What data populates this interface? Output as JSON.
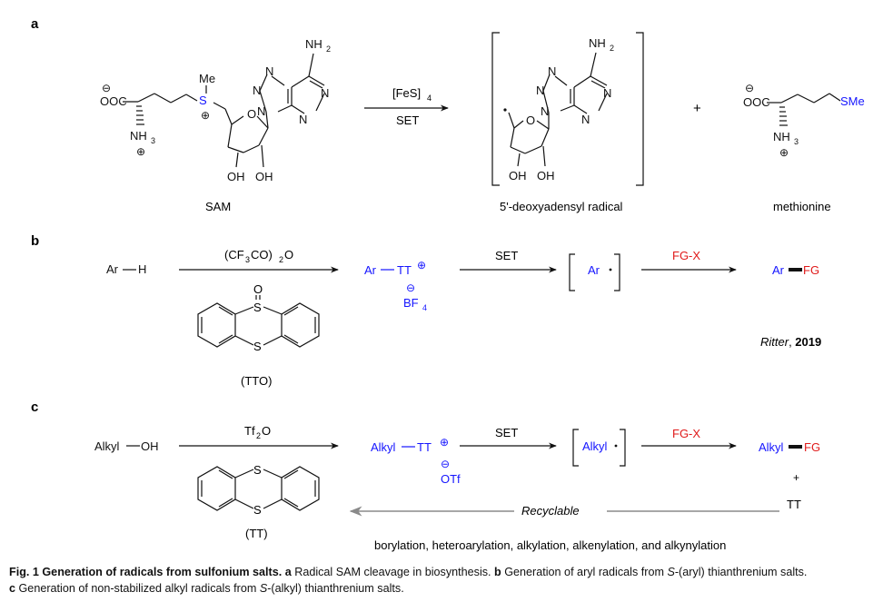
{
  "panels": {
    "a": {
      "label": "a",
      "sam_label": "SAM",
      "arrow_top": "[FeS]",
      "arrow_top_sub": "4",
      "arrow_bottom": "SET",
      "product1_label": "5'-deoxyadensyl radical",
      "plus": "+",
      "product2_label": "methionine",
      "ooc": "OOC",
      "nh": "NH",
      "sub3": "3",
      "nh2": "NH",
      "sub2": "2",
      "me": "Me",
      "s": "S",
      "sme": "SMe",
      "oh": "OH",
      "o": "O",
      "n": "N"
    },
    "b": {
      "label": "b",
      "reactant": "Ar",
      "reactant_h": "H",
      "reagent_prefix": "(CF",
      "reagent_sub3": "3",
      "reagent_mid": "CO)",
      "reagent_sub2": "2",
      "reagent_suffix": "O",
      "reagent_name": "(TTO)",
      "salt_ar": "Ar",
      "salt_tt": "TT",
      "counterion": "BF",
      "counterion_sub": "4",
      "arrow2": "SET",
      "radical": "Ar",
      "arrow3": "FG-X",
      "product_ar": "Ar",
      "product_fg": "FG",
      "citation_name": "Ritter",
      "citation_sep": ", ",
      "citation_year": "2019"
    },
    "c": {
      "label": "c",
      "reactant": "Alkyl",
      "reactant_oh": "OH",
      "reagent_prefix": "Tf",
      "reagent_sub": "2",
      "reagent_suffix": "O",
      "reagent_name": "(TT)",
      "salt_alkyl": "Alkyl",
      "salt_tt": "TT",
      "counterion": "OTf",
      "arrow2": "SET",
      "radical": "Alkyl",
      "arrow3": "FG-X",
      "product_alkyl": "Alkyl",
      "product_fg": "FG",
      "plus": "+",
      "tt": "TT",
      "recycle": "Recyclable",
      "scope": "borylation, heteroarylation, alkylation, alkenylation, and alkynylation"
    }
  },
  "caption": {
    "fig": "Fig. 1",
    "title": "Generation of radicals from sulfonium salts.",
    "a_label": "a",
    "a_text": "Radical SAM cleavage in biosynthesis.",
    "b_label": "b",
    "b_text_1": "Generation of aryl radicals from ",
    "b_italic": "S",
    "b_text_2": "-(aryl) thianthrenium salts.",
    "c_label": "c",
    "c_text_1": "Generation of non-stabilized alkyl radicals from ",
    "c_italic": "S",
    "c_text_2": "-(alkyl) thianthrenium salts."
  },
  "colors": {
    "blue": "#1515ff",
    "red": "#e01a1a",
    "gray": "#8a8a8a",
    "ink": "#111111"
  }
}
